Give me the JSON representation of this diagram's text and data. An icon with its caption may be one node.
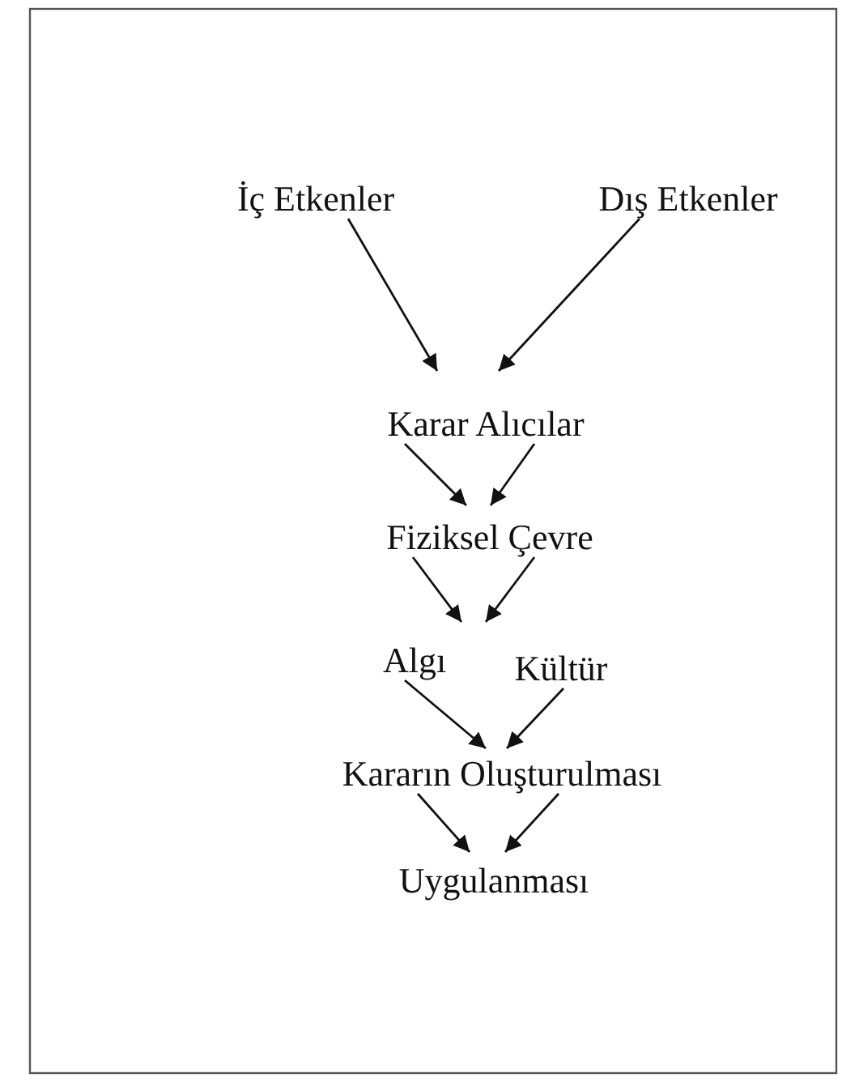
{
  "diagram": {
    "nodes": [
      {
        "text": [
          "İç Etkenler"
        ]
      },
      {
        "text": [
          "Dış Etkenler"
        ]
      },
      {
        "text": [
          "Karar Alıcılar"
        ]
      },
      {
        "text": [
          "Fiziksel Çevre"
        ]
      },
      {
        "text": [
          "Algı"
        ]
      },
      {
        "text": [
          "Kültür"
        ]
      },
      {
        "text": [
          "Kararın Oluşturulması"
        ]
      },
      {
        "text": [
          "Uygulanması"
        ]
      }
    ],
    "edges": [
      {
        "from": 0,
        "to": 2,
        "arrow": "to"
      },
      {
        "from": 1,
        "to": 2,
        "arrow": "to"
      },
      {
        "from": 2,
        "to": 3,
        "arrow": "to"
      },
      {
        "from": 2,
        "to": 3,
        "arrow": "to"
      },
      {
        "from": 3,
        "to": 4,
        "arrow": "to"
      },
      {
        "from": 3,
        "to": 5,
        "arrow": "to"
      },
      {
        "from": 4,
        "to": 6,
        "arrow": "to"
      },
      {
        "from": 5,
        "to": 6,
        "arrow": "to"
      },
      {
        "from": 6,
        "to": 7,
        "arrow": "to"
      },
      {
        "from": 6,
        "to": 7,
        "arrow": "to"
      }
    ]
  }
}
